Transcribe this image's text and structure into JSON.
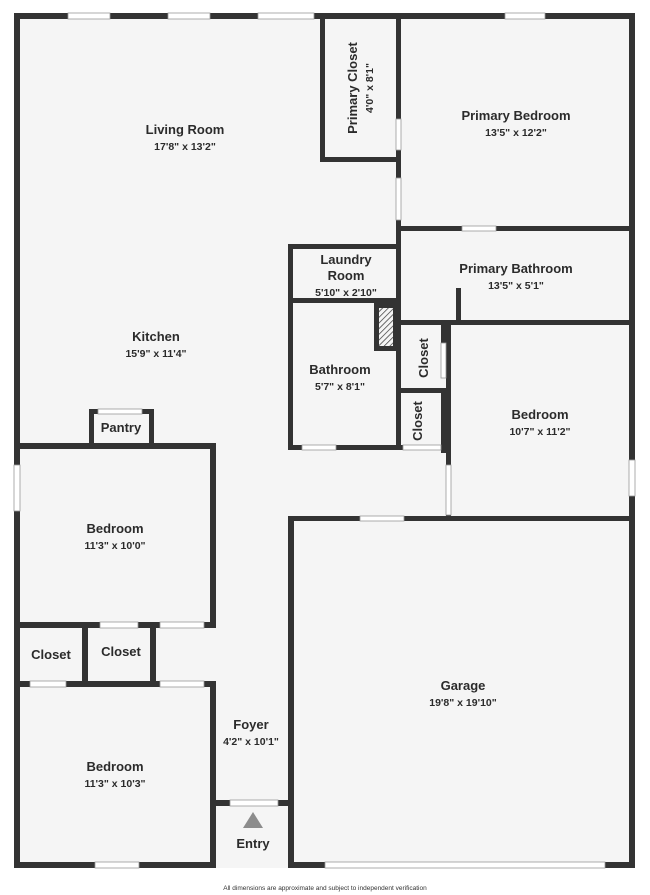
{
  "rooms": {
    "living_room": {
      "name": "Living Room",
      "dims": "17'8\" x 13'2\""
    },
    "kitchen": {
      "name": "Kitchen",
      "dims": "15'9\" x 11'4\""
    },
    "primary_closet": {
      "name": "Primary Closet",
      "dims": "4'0\" x 8'1\""
    },
    "primary_bedroom": {
      "name": "Primary Bedroom",
      "dims": "13'5\" x 12'2\""
    },
    "laundry_room": {
      "name_line1": "Laundry",
      "name_line2": "Room",
      "dims": "5'10\" x 2'10\""
    },
    "primary_bathroom": {
      "name": "Primary Bathroom",
      "dims": "13'5\" x 5'1\""
    },
    "bathroom": {
      "name": "Bathroom",
      "dims": "5'7\" x 8'1\""
    },
    "closet_upper": {
      "name": "Closet"
    },
    "closet_lower": {
      "name": "Closet"
    },
    "bedroom_east": {
      "name": "Bedroom",
      "dims": "10'7\" x 11'2\""
    },
    "pantry": {
      "name": "Pantry"
    },
    "bedroom_west": {
      "name": "Bedroom",
      "dims": "11'3\" x 10'0\""
    },
    "closet_left": {
      "name": "Closet"
    },
    "closet_middle": {
      "name": "Closet"
    },
    "garage": {
      "name": "Garage",
      "dims": "19'8\" x 19'10\""
    },
    "foyer": {
      "name": "Foyer",
      "dims": "4'2\" x 10'1\""
    },
    "bedroom_south": {
      "name": "Bedroom",
      "dims": "11'3\" x 10'3\""
    },
    "entry": {
      "name": "Entry"
    }
  },
  "footnote": "All dimensions are approximate and subject to independent verification",
  "colors": {
    "wall": "#333333",
    "floor": "#f5f5f5",
    "window": "#d0d0d0",
    "background": "#ffffff"
  }
}
